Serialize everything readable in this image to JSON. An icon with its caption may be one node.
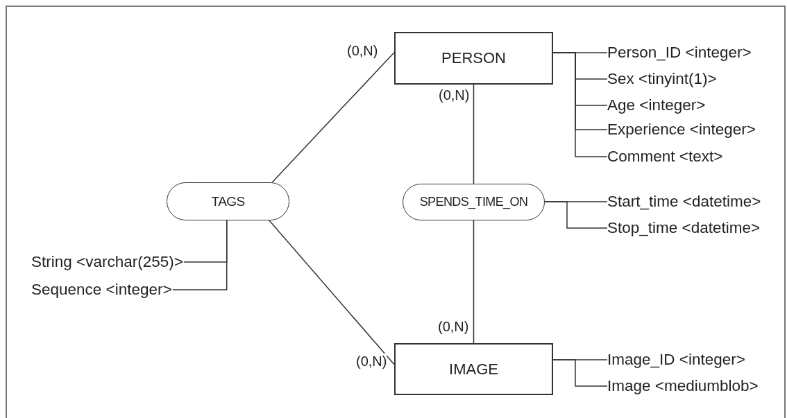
{
  "diagram": {
    "nodes": [
      {
        "text": [
          "PERSON"
        ]
      },
      {
        "text": [
          "Person_ID <integer>"
        ]
      },
      {
        "text": [
          "Sex <tinyint(1)>"
        ]
      },
      {
        "text": [
          "Age <integer>"
        ]
      },
      {
        "text": [
          "Experience <integer>"
        ]
      },
      {
        "text": [
          "Comment <text>"
        ]
      },
      {
        "text": [
          "TAGS"
        ]
      },
      {
        "text": [
          "SPENDS_TIME_ON"
        ]
      },
      {
        "text": [
          "Start_time <datetime>"
        ]
      },
      {
        "text": [
          "Stop_time <datetime>"
        ]
      },
      {
        "text": [
          "String <varchar(255)>"
        ]
      },
      {
        "text": [
          "Sequence <integer>"
        ]
      },
      {
        "text": [
          "IMAGE"
        ]
      },
      {
        "text": [
          "Image_ID <integer>"
        ]
      },
      {
        "text": [
          "Image <mediumblob>"
        ]
      }
    ],
    "edges": [
      {
        "from": 6,
        "to": 0,
        "arrow": "none",
        "label": "(0,N)"
      },
      {
        "from": 7,
        "to": 0,
        "arrow": "none",
        "label": "(0,N)"
      },
      {
        "from": 7,
        "to": 12,
        "arrow": "none",
        "label": "(0,N)"
      },
      {
        "from": 6,
        "to": 12,
        "arrow": "none",
        "label": "(0,N)"
      },
      {
        "from": 0,
        "to": 1,
        "arrow": "none"
      },
      {
        "from": 0,
        "to": 2,
        "arrow": "none"
      },
      {
        "from": 0,
        "to": 3,
        "arrow": "none"
      },
      {
        "from": 0,
        "to": 4,
        "arrow": "none"
      },
      {
        "from": 0,
        "to": 5,
        "arrow": "none"
      },
      {
        "from": 7,
        "to": 8,
        "arrow": "none"
      },
      {
        "from": 7,
        "to": 9,
        "arrow": "none"
      },
      {
        "from": 6,
        "to": 10,
        "arrow": "none"
      },
      {
        "from": 6,
        "to": 11,
        "arrow": "none"
      },
      {
        "from": 12,
        "to": 13,
        "arrow": "none"
      },
      {
        "from": 12,
        "to": 14,
        "arrow": "none"
      }
    ]
  }
}
